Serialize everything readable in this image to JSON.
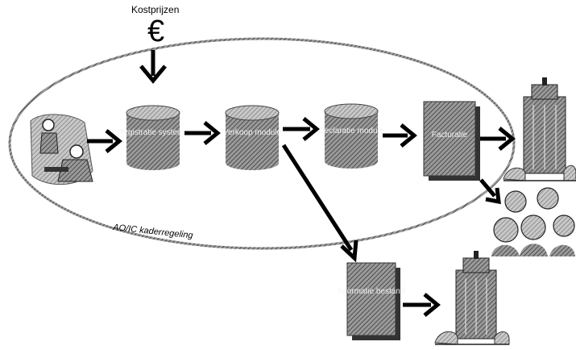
{
  "diagram": {
    "cost_input_label": "Kostprijzen",
    "currency_symbol": "€",
    "frame_label": "AO/IC kaderregeling",
    "nodes": {
      "registration": "Registratie systeem",
      "sales": "Verkoop module",
      "declaration": "Declaratie module",
      "billing": "Facturatie",
      "management_info": "Informatie bestand"
    },
    "icons": {
      "client": "people-at-desk-illustration-icon",
      "insurer": "office-building-icon",
      "patients": "group-of-people-icon",
      "management": "office-building-icon"
    }
  }
}
